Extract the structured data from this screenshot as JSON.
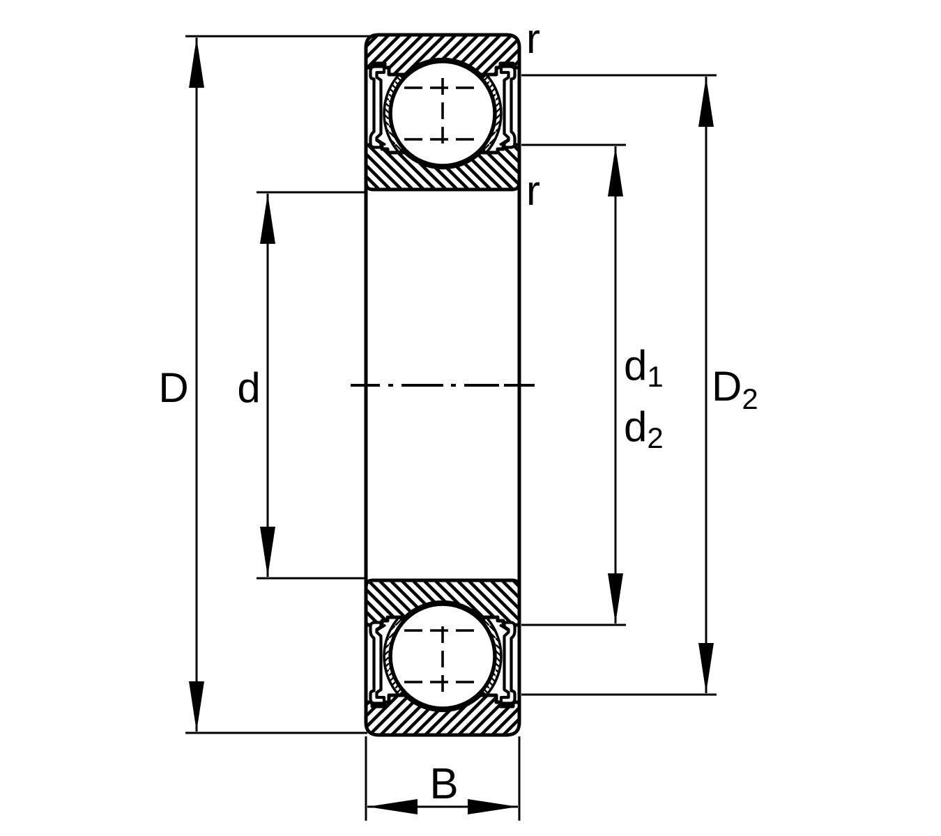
{
  "drawing": {
    "kind": "sealed deep groove ball bearing cross-section",
    "colors": {
      "line": "#000000",
      "background": "#ffffff"
    },
    "labels": {
      "D": "D",
      "d": "d",
      "B": "B",
      "r_outer": "r",
      "r_inner": "r",
      "d1": {
        "main": "d",
        "sub": "1"
      },
      "d2": {
        "main": "d",
        "sub": "2"
      },
      "D2": {
        "main": "D",
        "sub": "2"
      }
    }
  }
}
